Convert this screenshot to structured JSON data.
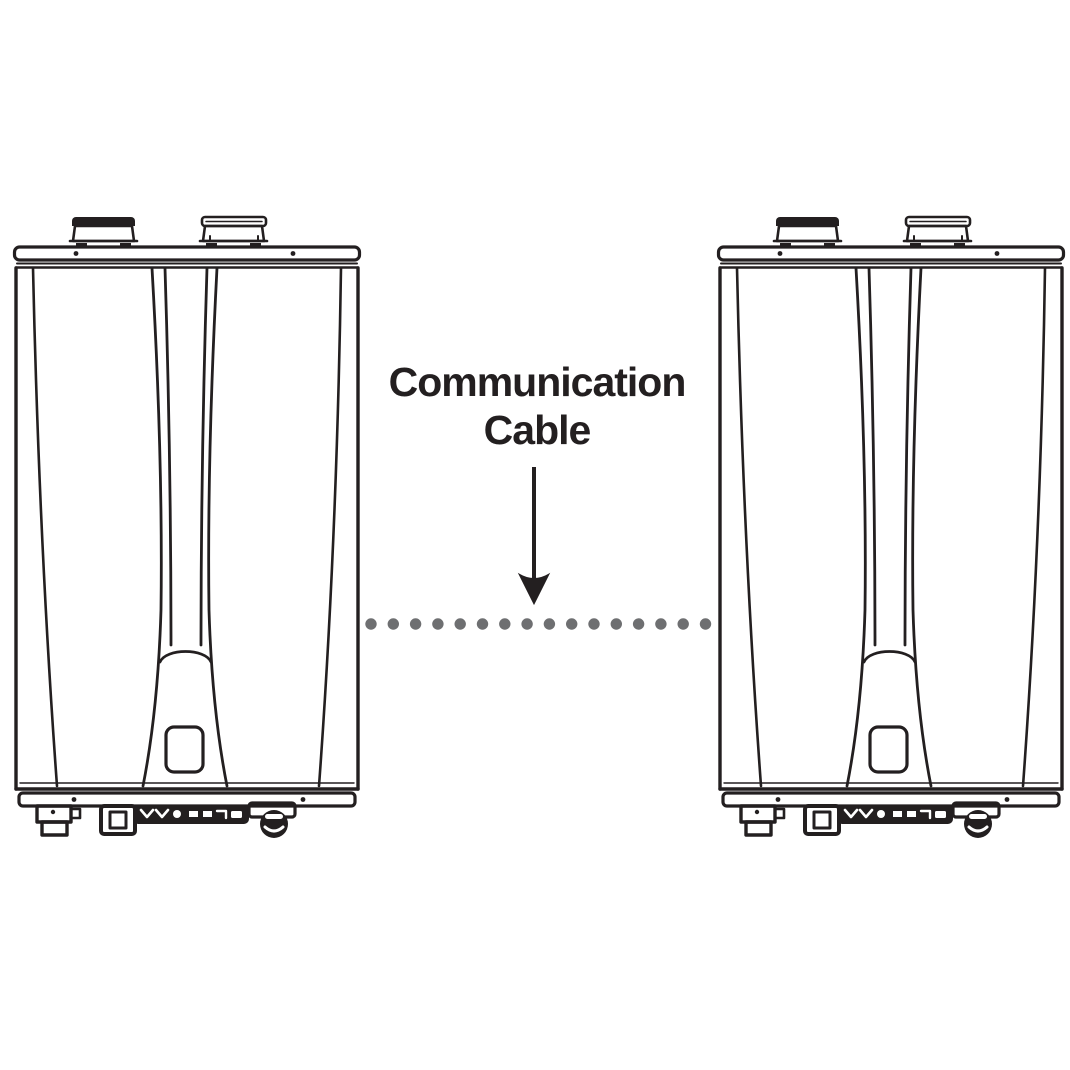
{
  "diagram": {
    "label": {
      "line1": "Communication",
      "line2": "Cable"
    },
    "heaters": [
      {
        "id": "water-heater-left"
      },
      {
        "id": "water-heater-right"
      }
    ],
    "cable": {
      "style": "dotted",
      "dot_count": 16,
      "dot_color": "#6e6f71"
    },
    "colors": {
      "line": "#231f20",
      "background": "#ffffff"
    }
  }
}
